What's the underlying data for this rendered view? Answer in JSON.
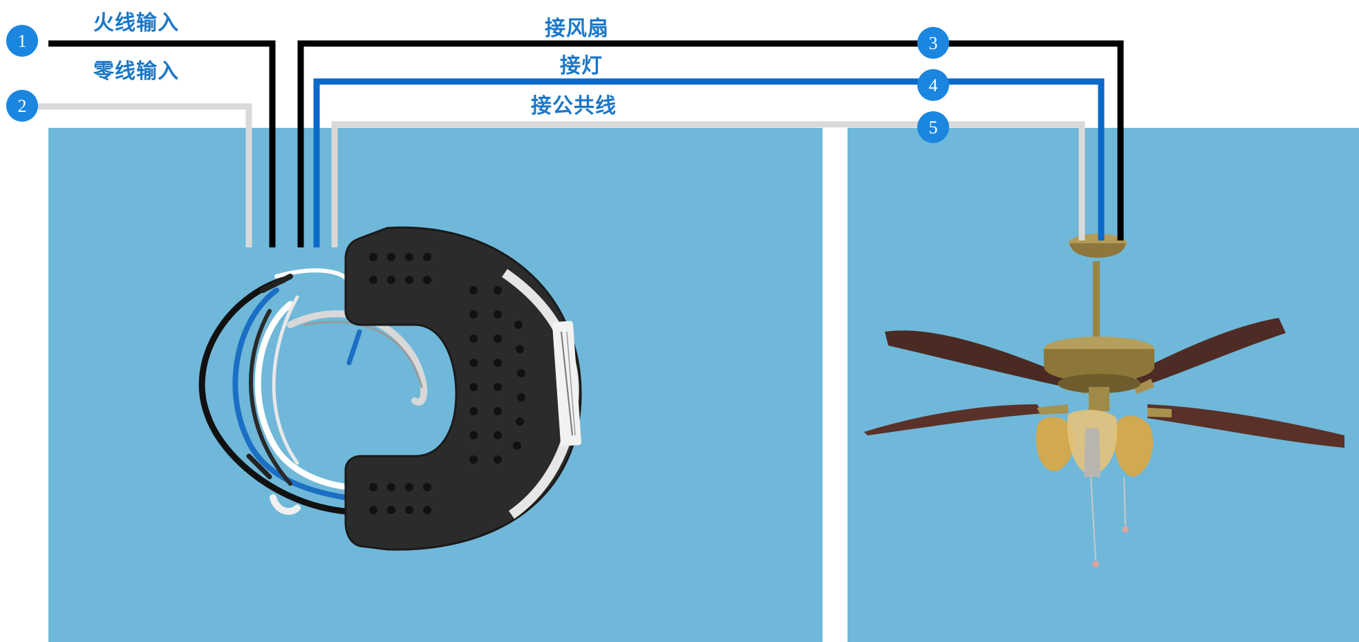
{
  "labels": {
    "live_input": "火线输入",
    "neutral_input": "零线输入",
    "to_fan": "接风扇",
    "to_light": "接灯",
    "to_common": "接公共线"
  },
  "markers": {
    "m1": "1",
    "m2": "2",
    "m3": "3",
    "m4": "4",
    "m5": "5"
  },
  "colors": {
    "background_panel": "#6fb8d9",
    "label_text": "#1c78c8",
    "marker_fill": "#1b86e0",
    "wire_black": "#000000",
    "wire_gray": "#d9d9d9",
    "wire_blue": "#0a6ac9"
  }
}
